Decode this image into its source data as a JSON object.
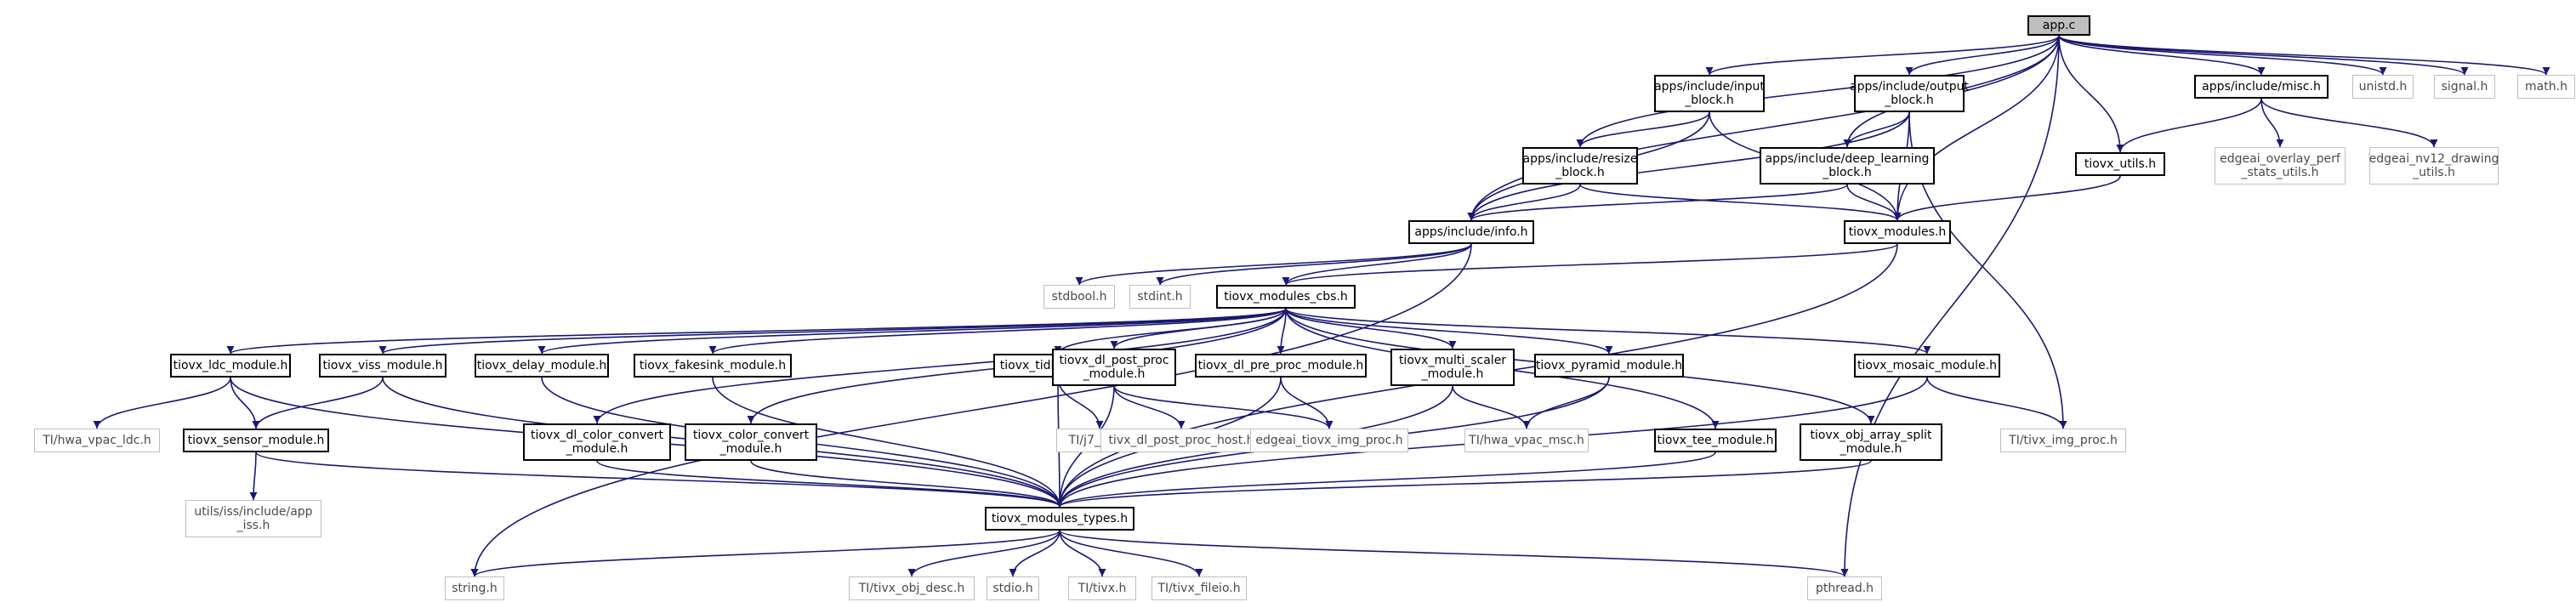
{
  "graph": {
    "edge_color": "#191970",
    "root_fill": "#bfbfbf",
    "external_border": "#bfbfbf",
    "nodes": [
      {
        "id": "app_c",
        "label": "app.c",
        "kind": "root"
      },
      {
        "id": "input_block",
        "label": "apps/include/input\n_block.h",
        "kind": "local"
      },
      {
        "id": "output_block",
        "label": "apps/include/output\n_block.h",
        "kind": "local"
      },
      {
        "id": "misc",
        "label": "apps/include/misc.h",
        "kind": "local"
      },
      {
        "id": "unistd",
        "label": "unistd.h",
        "kind": "ext"
      },
      {
        "id": "signal",
        "label": "signal.h",
        "kind": "ext"
      },
      {
        "id": "math",
        "label": "math.h",
        "kind": "ext"
      },
      {
        "id": "resize_block",
        "label": "apps/include/resize\n_block.h",
        "kind": "local"
      },
      {
        "id": "deep_learning",
        "label": "apps/include/deep_learning\n_block.h",
        "kind": "local"
      },
      {
        "id": "tiovx_utils",
        "label": "tiovx_utils.h",
        "kind": "local"
      },
      {
        "id": "overlay_perf",
        "label": "edgeai_overlay_perf\n_stats_utils.h",
        "kind": "ext"
      },
      {
        "id": "nv12_drawing",
        "label": "edgeai_nv12_drawing\n_utils.h",
        "kind": "ext"
      },
      {
        "id": "info",
        "label": "apps/include/info.h",
        "kind": "local"
      },
      {
        "id": "tiovx_modules",
        "label": "tiovx_modules.h",
        "kind": "local"
      },
      {
        "id": "stdbool",
        "label": "stdbool.h",
        "kind": "ext"
      },
      {
        "id": "stdint",
        "label": "stdint.h",
        "kind": "ext"
      },
      {
        "id": "modules_cbs",
        "label": "tiovx_modules_cbs.h",
        "kind": "local"
      },
      {
        "id": "ldc",
        "label": "tiovx_ldc_module.h",
        "kind": "local"
      },
      {
        "id": "viss",
        "label": "tiovx_viss_module.h",
        "kind": "local"
      },
      {
        "id": "delay",
        "label": "tiovx_delay_module.h",
        "kind": "local"
      },
      {
        "id": "fakesink",
        "label": "tiovx_fakesink_module.h",
        "kind": "local"
      },
      {
        "id": "tidl",
        "label": "tiovx_tidl_module.h",
        "kind": "local"
      },
      {
        "id": "dl_post",
        "label": "tiovx_dl_post_proc\n_module.h",
        "kind": "local"
      },
      {
        "id": "dl_pre",
        "label": "tiovx_dl_pre_proc_module.h",
        "kind": "local"
      },
      {
        "id": "multi_scaler",
        "label": "tiovx_multi_scaler\n_module.h",
        "kind": "local"
      },
      {
        "id": "pyramid",
        "label": "tiovx_pyramid_module.h",
        "kind": "local"
      },
      {
        "id": "mosaic",
        "label": "tiovx_mosaic_module.h",
        "kind": "local"
      },
      {
        "id": "hwa_vpac_ldc",
        "label": "TI/hwa_vpac_ldc.h",
        "kind": "ext"
      },
      {
        "id": "sensor",
        "label": "tiovx_sensor_module.h",
        "kind": "local"
      },
      {
        "id": "dl_color_convert",
        "label": "tiovx_dl_color_convert\n_module.h",
        "kind": "local"
      },
      {
        "id": "color_convert",
        "label": "tiovx_color_convert\n_module.h",
        "kind": "local"
      },
      {
        "id": "j7_tidl",
        "label": "TI/j7_tidl.h",
        "kind": "ext"
      },
      {
        "id": "dl_post_host",
        "label": "tivx_dl_post_proc_host.h",
        "kind": "ext"
      },
      {
        "id": "edgeai_img_proc",
        "label": "edgeai_tiovx_img_proc.h",
        "kind": "ext"
      },
      {
        "id": "hwa_vpac_msc",
        "label": "TI/hwa_vpac_msc.h",
        "kind": "ext"
      },
      {
        "id": "tee",
        "label": "tiovx_tee_module.h",
        "kind": "local"
      },
      {
        "id": "obj_array_split",
        "label": "tiovx_obj_array_split\n_module.h",
        "kind": "local"
      },
      {
        "id": "tivx_img_proc",
        "label": "TI/tivx_img_proc.h",
        "kind": "ext"
      },
      {
        "id": "app_iss",
        "label": "utils/iss/include/app\n_iss.h",
        "kind": "ext"
      },
      {
        "id": "modules_types",
        "label": "tiovx_modules_types.h",
        "kind": "local"
      },
      {
        "id": "string",
        "label": "string.h",
        "kind": "ext"
      },
      {
        "id": "obj_desc",
        "label": "TI/tivx_obj_desc.h",
        "kind": "ext"
      },
      {
        "id": "stdio",
        "label": "stdio.h",
        "kind": "ext"
      },
      {
        "id": "tivx",
        "label": "TI/tivx.h",
        "kind": "ext"
      },
      {
        "id": "tivx_fileio",
        "label": "TI/tivx_fileio.h",
        "kind": "ext"
      },
      {
        "id": "pthread",
        "label": "pthread.h",
        "kind": "ext"
      }
    ],
    "edges": [
      [
        "app_c",
        "input_block"
      ],
      [
        "app_c",
        "output_block"
      ],
      [
        "app_c",
        "misc"
      ],
      [
        "app_c",
        "unistd"
      ],
      [
        "app_c",
        "signal"
      ],
      [
        "app_c",
        "math"
      ],
      [
        "app_c",
        "resize_block"
      ],
      [
        "app_c",
        "deep_learning"
      ],
      [
        "app_c",
        "tiovx_utils"
      ],
      [
        "app_c",
        "info"
      ],
      [
        "app_c",
        "tiovx_modules"
      ],
      [
        "app_c",
        "pthread"
      ],
      [
        "input_block",
        "resize_block"
      ],
      [
        "input_block",
        "info"
      ],
      [
        "input_block",
        "tiovx_modules"
      ],
      [
        "output_block",
        "deep_learning"
      ],
      [
        "output_block",
        "info"
      ],
      [
        "output_block",
        "tiovx_modules"
      ],
      [
        "output_block",
        "tivx_img_proc"
      ],
      [
        "misc",
        "tiovx_utils"
      ],
      [
        "misc",
        "overlay_perf"
      ],
      [
        "misc",
        "nv12_drawing"
      ],
      [
        "resize_block",
        "info"
      ],
      [
        "resize_block",
        "tiovx_modules"
      ],
      [
        "deep_learning",
        "info"
      ],
      [
        "deep_learning",
        "tiovx_modules"
      ],
      [
        "tiovx_utils",
        "tiovx_modules"
      ],
      [
        "info",
        "stdbool"
      ],
      [
        "info",
        "stdint"
      ],
      [
        "info",
        "string"
      ],
      [
        "info",
        "modules_cbs"
      ],
      [
        "tiovx_modules",
        "modules_cbs"
      ],
      [
        "tiovx_modules",
        "modules_types"
      ],
      [
        "modules_cbs",
        "ldc"
      ],
      [
        "modules_cbs",
        "viss"
      ],
      [
        "modules_cbs",
        "delay"
      ],
      [
        "modules_cbs",
        "fakesink"
      ],
      [
        "modules_cbs",
        "dl_color_convert"
      ],
      [
        "modules_cbs",
        "color_convert"
      ],
      [
        "modules_cbs",
        "tidl"
      ],
      [
        "modules_cbs",
        "dl_post"
      ],
      [
        "modules_cbs",
        "dl_pre"
      ],
      [
        "modules_cbs",
        "multi_scaler"
      ],
      [
        "modules_cbs",
        "pyramid"
      ],
      [
        "modules_cbs",
        "tee"
      ],
      [
        "modules_cbs",
        "obj_array_split"
      ],
      [
        "modules_cbs",
        "mosaic"
      ],
      [
        "ldc",
        "hwa_vpac_ldc"
      ],
      [
        "ldc",
        "sensor"
      ],
      [
        "ldc",
        "modules_types"
      ],
      [
        "viss",
        "sensor"
      ],
      [
        "viss",
        "modules_types"
      ],
      [
        "delay",
        "modules_types"
      ],
      [
        "fakesink",
        "modules_types"
      ],
      [
        "sensor",
        "app_iss"
      ],
      [
        "sensor",
        "modules_types"
      ],
      [
        "dl_color_convert",
        "modules_types"
      ],
      [
        "color_convert",
        "modules_types"
      ],
      [
        "tidl",
        "j7_tidl"
      ],
      [
        "tidl",
        "modules_types"
      ],
      [
        "dl_post",
        "dl_post_host"
      ],
      [
        "dl_post",
        "edgeai_img_proc"
      ],
      [
        "dl_post",
        "modules_types"
      ],
      [
        "dl_pre",
        "edgeai_img_proc"
      ],
      [
        "dl_pre",
        "modules_types"
      ],
      [
        "multi_scaler",
        "hwa_vpac_msc"
      ],
      [
        "multi_scaler",
        "modules_types"
      ],
      [
        "pyramid",
        "hwa_vpac_msc"
      ],
      [
        "pyramid",
        "modules_types"
      ],
      [
        "tee",
        "modules_types"
      ],
      [
        "obj_array_split",
        "modules_types"
      ],
      [
        "mosaic",
        "tivx_img_proc"
      ],
      [
        "mosaic",
        "modules_types"
      ],
      [
        "modules_types",
        "string"
      ],
      [
        "modules_types",
        "obj_desc"
      ],
      [
        "modules_types",
        "stdio"
      ],
      [
        "modules_types",
        "tivx"
      ],
      [
        "modules_types",
        "tivx_fileio"
      ],
      [
        "modules_types",
        "pthread"
      ]
    ]
  }
}
